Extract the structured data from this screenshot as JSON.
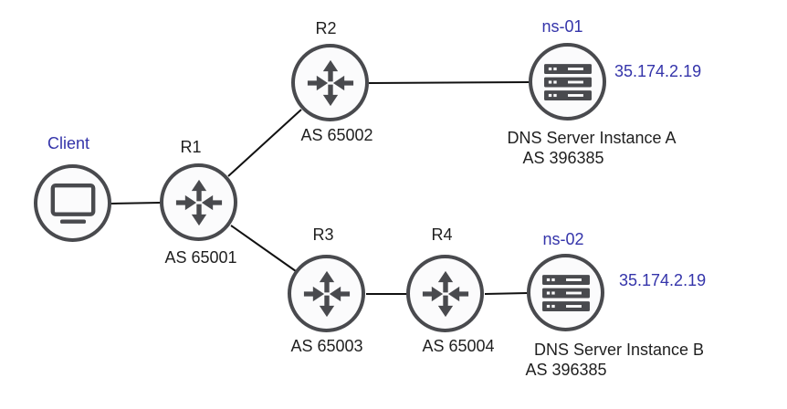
{
  "diagram": {
    "colors": {
      "label_blue": "#3434aa",
      "label_dark": "#1f1f1f",
      "node_gray": "#494a4e",
      "node_fill": "#fbfbfc",
      "edge_black": "#111111"
    },
    "nodes": {
      "client": {
        "label": "Client",
        "icon": "monitor-icon"
      },
      "r1": {
        "label": "R1",
        "as_label": "AS 65001",
        "icon": "router-icon"
      },
      "r2": {
        "label": "R2",
        "as_label": "AS 65002",
        "icon": "router-icon"
      },
      "r3": {
        "label": "R3",
        "as_label": "AS 65003",
        "icon": "router-icon"
      },
      "r4": {
        "label": "R4",
        "as_label": "AS 65004",
        "icon": "router-icon"
      },
      "ns01": {
        "label": "ns-01",
        "ip": "35.174.2.19",
        "title": "DNS Server Instance A",
        "as_label": "AS 396385",
        "icon": "server-icon"
      },
      "ns02": {
        "label": "ns-02",
        "ip": "35.174.2.19",
        "title": "DNS Server Instance B",
        "as_label": "AS 396385",
        "icon": "server-icon"
      }
    },
    "links": [
      {
        "from": "Client",
        "to": "R1"
      },
      {
        "from": "R1",
        "to": "R2"
      },
      {
        "from": "R1",
        "to": "R3"
      },
      {
        "from": "R2",
        "to": "ns-01"
      },
      {
        "from": "R3",
        "to": "R4"
      },
      {
        "from": "R4",
        "to": "ns-02"
      }
    ]
  }
}
